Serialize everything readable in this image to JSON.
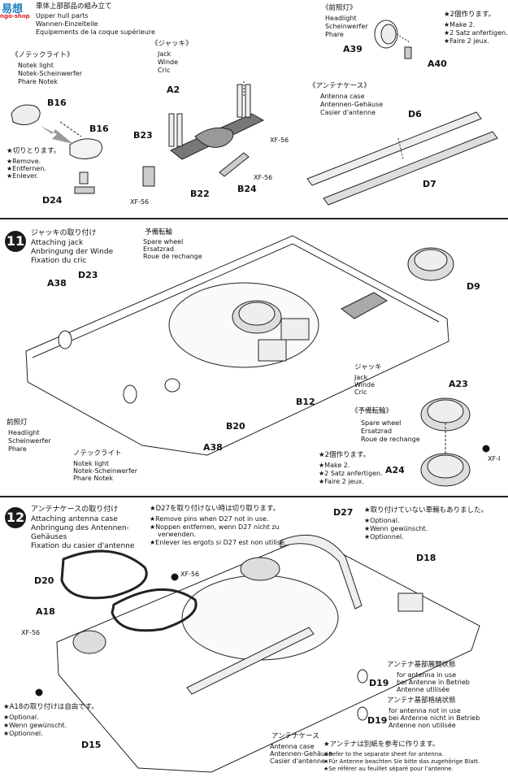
{
  "logo": {
    "text": "易想",
    "sub": "ngo-shop"
  },
  "section_top": {
    "header": {
      "jp": "車体上部部品の組み立て",
      "en": "Upper hull parts",
      "de": "Wannen-Einzelteile",
      "fr": "Equipements de la coque supérieure"
    },
    "notek": {
      "jp": "《ノテックライト》",
      "en": "Notek light",
      "de": "Notek-Scheinwerfer",
      "fr": "Phare Notek"
    },
    "notek_cut": {
      "jp": "★切りとります。",
      "en": "★Remove.",
      "de": "★Entfernen.",
      "fr": "★Enlever."
    },
    "jack": {
      "jp": "《ジャッキ》",
      "en": "Jack",
      "de": "Winde",
      "fr": "Cric"
    },
    "headlight": {
      "jp": "《前照灯》",
      "en": "Headlight",
      "de": "Scheinwerfer",
      "fr": "Phare"
    },
    "make2": {
      "jp": "★2個作ります。",
      "en": "★Make 2.",
      "de": "★2 Satz anfertigen.",
      "fr": "★Faire 2 jeux."
    },
    "antenna": {
      "jp": "《アンテナケース》",
      "en": "Antenna case",
      "de": "Antennen-Gehäuse",
      "fr": "Casier d'antenne"
    },
    "parts": {
      "B16a": "B16",
      "B16b": "B16",
      "D24": "D24",
      "A2": "A2",
      "B23": "B23",
      "B22": "B22",
      "B24": "B24",
      "XF56a": "XF-56",
      "XF56b": "XF-56",
      "XF56c": "XF-56",
      "A39": "A39",
      "A40": "A40",
      "D6": "D6",
      "D7": "D7"
    }
  },
  "step11": {
    "num": "11",
    "title": {
      "jp": "ジャッキの取り付け",
      "en": "Attaching jack",
      "de": "Anbringung der Winde",
      "fr": "Fixation du cric"
    },
    "spare_top": {
      "jp": "予備転輪",
      "en": "Spare wheel",
      "de": "Ersatzrad",
      "fr": "Roue de rechange"
    },
    "headlight": {
      "jp": "前照灯",
      "en": "Headlight",
      "de": "Scheinwerfer",
      "fr": "Phare"
    },
    "notek": {
      "jp": "ノテックライト",
      "en": "Notek light",
      "de": "Notek-Scheinwerfer",
      "fr": "Phare Notek"
    },
    "jack": {
      "jp": "ジャッキ",
      "en": "Jack",
      "de": "Winde",
      "fr": "Cric"
    },
    "spare_right": {
      "jp": "《予備転輪》",
      "en": "Spare wheel",
      "de": "Ersatzrad",
      "fr": "Roue de rechange"
    },
    "make2": {
      "jp": "★2個作ります。",
      "en": "★Make 2.",
      "de": "★2 Satz anfertigen.",
      "fr": "★Faire 2 jeux."
    },
    "parts": {
      "A38a": "A38",
      "D23": "D23",
      "D9": "D9",
      "B12": "B12",
      "B20": "B20",
      "A38b": "A38",
      "A23": "A23",
      "A24": "A24",
      "XF1": "XF-I"
    }
  },
  "step12": {
    "num": "12",
    "title": {
      "jp": "アンテナケースの取り付け",
      "en": "Attaching antenna case",
      "de": "Anbringung des Antennen-\nGehäuses",
      "fr": "Fixation du casier d'antenne"
    },
    "remove_pins": {
      "jp": "★D27を取り付けない時は切り取ります。",
      "en": "★Remove pins when D27 not in use.",
      "de": "★Noppen entfernen, wenn D27 nicht zu",
      "de2": "verwenden.",
      "fr": "★Enlever les ergots si D27 est non utilisé."
    },
    "optional_top": {
      "jp": "★取り付けていない車輌もありました。",
      "en": "★Optional.",
      "de": "★Wenn gewünscht.",
      "fr": "★Optionnel."
    },
    "optional_left": {
      "jp": "★A18の取り付けは自由です。",
      "en": "★Optional.",
      "de": "★Wenn gewünscht.",
      "fr": "★Optionnel."
    },
    "in_use": {
      "jp": "アンテナ基部展開状態",
      "en": "for antenna in use",
      "de": "bei Antenne in Betrieb",
      "fr": "Antenne utilisée"
    },
    "not_use": {
      "jp": "アンテナ基部格納状態",
      "en": "for antenna not in use",
      "de": "bei Antenne nicht in Betrieb",
      "fr": "Antenne non utilisée"
    },
    "antenna_case": {
      "jp": "アンテナケース",
      "en": "Antenna case",
      "de": "Antennen-Gehäuse",
      "fr": "Casier d'antenne"
    },
    "refer": {
      "jp": "★アンテナは別紙を参考に作ります。",
      "en": "★Refer to the separate sheet for antenna.",
      "de": "★Für Antenne beachten Sie bitte das zugehörige Blatt.",
      "fr": "★Se référer au feuillet séparé pour l'antenne."
    },
    "parts": {
      "D27": "D27",
      "D18": "D18",
      "D20": "D20",
      "XF56a": "XF-56",
      "A18": "A18",
      "XF56b": "XF-56",
      "D19a": "D19",
      "D19b": "D19",
      "D15": "D15"
    }
  }
}
